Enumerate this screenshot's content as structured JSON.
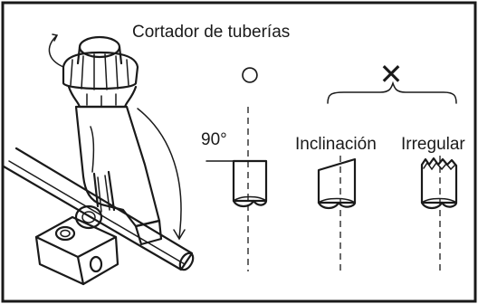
{
  "labels": {
    "tool": "Cortador de tuberías",
    "correct": "○",
    "incorrect": "✕",
    "angle": "90°",
    "inclined": "Inclinación",
    "irregular": "Irregular"
  },
  "colors": {
    "line": "#1a1a1a",
    "background": "#ffffff"
  }
}
